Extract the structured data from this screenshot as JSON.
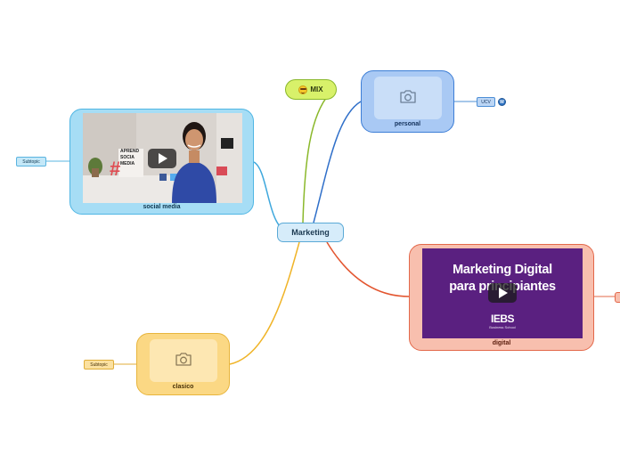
{
  "central": {
    "label": "Marketing"
  },
  "mix": {
    "label": "MIX",
    "icon": "smiling-emoji-icon"
  },
  "personal": {
    "label": "personal",
    "icon": "camera-icon"
  },
  "ucv": {
    "label": "UCV",
    "icon": "wordpress-icon"
  },
  "social_media": {
    "label": "social media",
    "video_sign": [
      "APREND",
      "SOCIA",
      "MEDIA"
    ],
    "icon": "play-button-icon"
  },
  "subtopic_left": {
    "label": "Subtopic"
  },
  "clasico": {
    "label": "clasico",
    "icon": "camera-icon"
  },
  "subtopic_bottom": {
    "label": "Subtopic"
  },
  "digital": {
    "label": "digital",
    "video_title_line1": "Marketing Digital",
    "video_title_line2": "para principiantes",
    "brand": "IEBS",
    "brand_sub": "Business School",
    "icon": "play-button-icon"
  },
  "colors": {
    "central": "#d6ecfa",
    "mix": "#d8f16a",
    "personal": "#a9c9f4",
    "social_media": "#a6ddf5",
    "clasico": "#fbd884",
    "digital": "#f8bfae",
    "video_purple": "#5a2080"
  }
}
